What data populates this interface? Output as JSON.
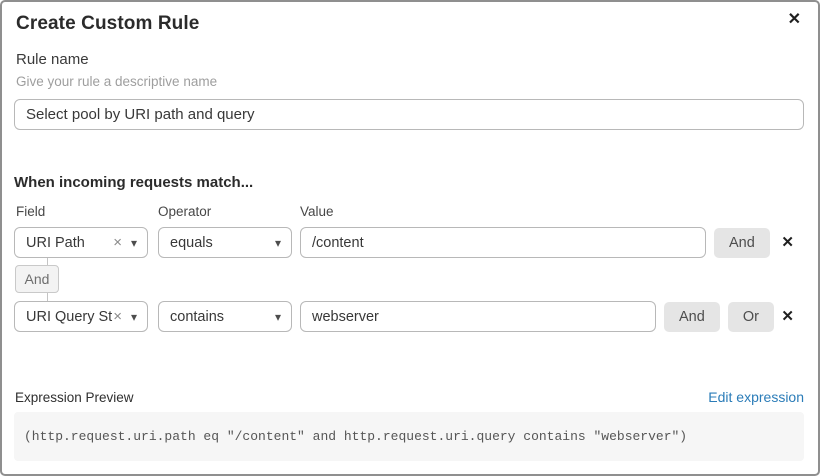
{
  "dialog": {
    "title": "Create Custom Rule"
  },
  "icons": {
    "close": "✕",
    "remove": "✕",
    "clear": "×",
    "caret": "▾"
  },
  "rule_name": {
    "label": "Rule name",
    "helper": "Give your rule a descriptive name",
    "value": "Select pool by URI path and query"
  },
  "match": {
    "heading": "When incoming requests match...",
    "columns": {
      "field": "Field",
      "operator": "Operator",
      "value": "Value"
    },
    "connector_label": "And",
    "rows": [
      {
        "field": "URI Path",
        "operator": "equals",
        "value": "/content",
        "and_label": "And"
      },
      {
        "field": "URI Query St...",
        "operator": "contains",
        "value": "webserver",
        "and_label": "And",
        "or_label": "Or"
      }
    ]
  },
  "expression": {
    "label": "Expression Preview",
    "edit_link": "Edit expression",
    "code": "(http.request.uri.path eq \"/content\" and http.request.uri.query contains \"webserver\")"
  },
  "colors": {
    "link_blue": "#2b7cb8",
    "input_border": "#b8b8b8",
    "chip_bg": "#e5e5e5",
    "code_bg": "#f6f6f6"
  }
}
